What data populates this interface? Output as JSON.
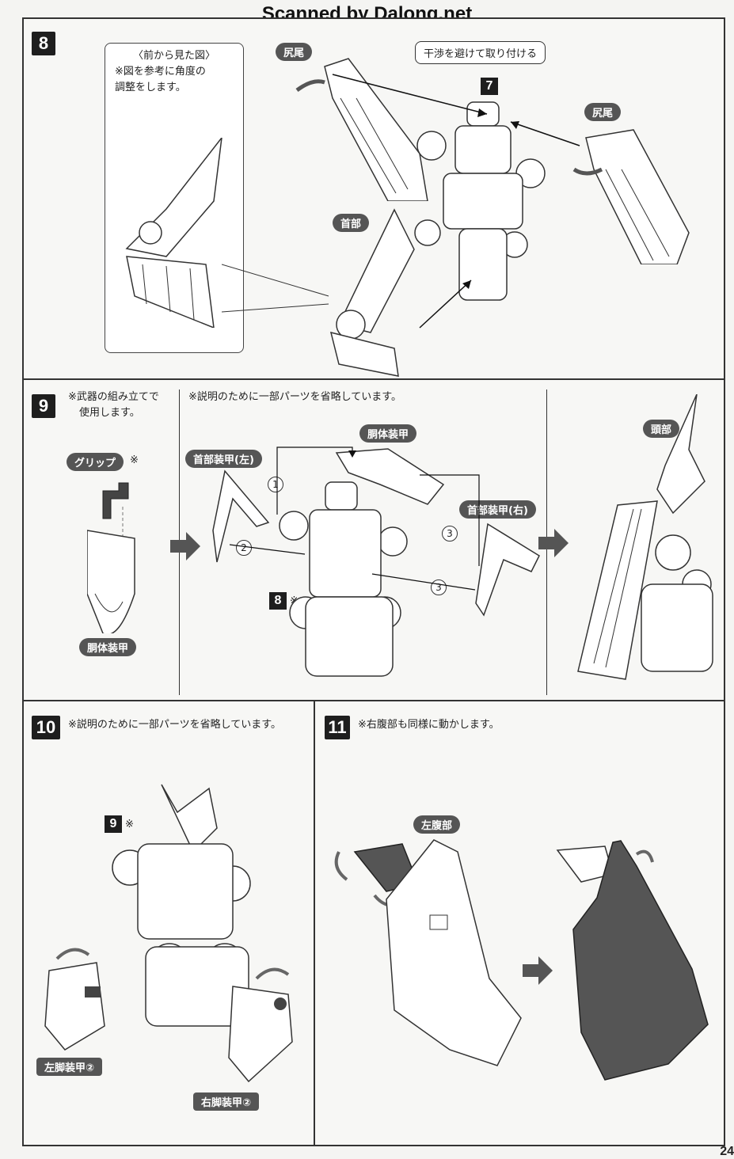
{
  "header": {
    "title": "Scanned by Dalong.net"
  },
  "step8": {
    "num": "8",
    "front_view_box": {
      "line1": "〈前から見た図〉",
      "line2": "※図を参考に角度の",
      "line3": "調整をします。"
    },
    "labels": {
      "tail_left": "尻尾",
      "tail_right": "尻尾",
      "neck": "首部",
      "ref": "7"
    },
    "callout": "干渉を避けて取り付ける"
  },
  "step9": {
    "num": "9",
    "note_left_1": "※武器の組み立てで",
    "note_left_2": "使用します。",
    "note_main": "※説明のために一部パーツを省略しています。",
    "labels": {
      "grip": "グリップ",
      "grip_mark": "※",
      "torso_armor_left": "胴体装甲",
      "neck_armor_left": "首部装甲(左)",
      "torso_armor_top": "胴体装甲",
      "neck_armor_right": "首部装甲(右)",
      "head": "頭部",
      "ref": "8",
      "ref_mark": "※"
    },
    "circles": [
      "1",
      "2",
      "3",
      "3"
    ]
  },
  "step10": {
    "num": "10",
    "note": "※説明のために一部パーツを省略しています。",
    "labels": {
      "ref": "9",
      "ref_mark": "※",
      "left_leg": "左脚装甲②",
      "right_leg": "右脚装甲②"
    }
  },
  "step11": {
    "num": "11",
    "note": "※右腹部も同様に動かします。",
    "labels": {
      "left_abdomen": "左腹部"
    }
  },
  "page_number": "24"
}
